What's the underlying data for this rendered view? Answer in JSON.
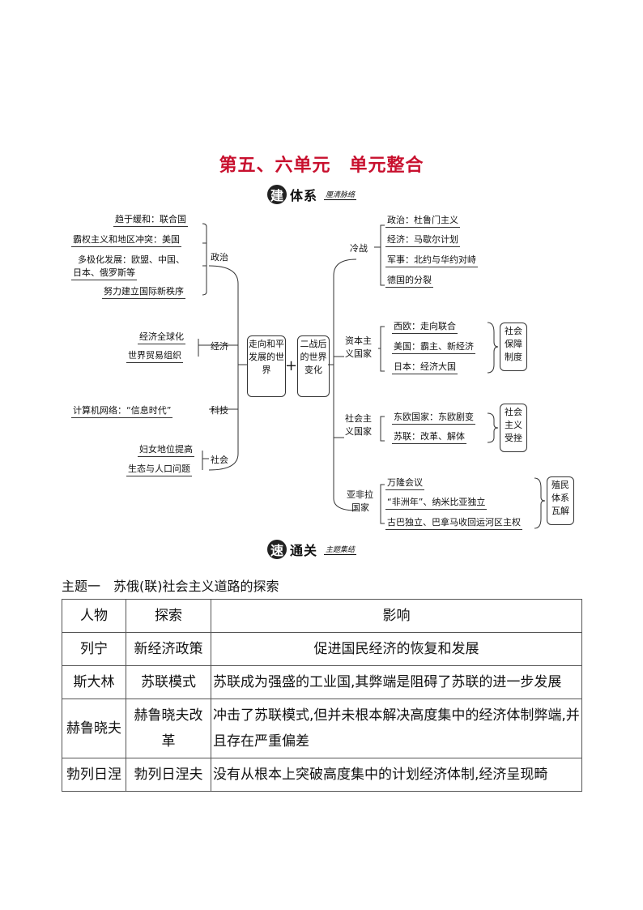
{
  "title": "第五、六单元　单元整合",
  "section1": {
    "badge": "建",
    "label": "体系",
    "sub": "厘清脉络"
  },
  "section2": {
    "badge": "速",
    "label": "通关",
    "sub": "主题集结"
  },
  "mindmap": {
    "center_left": "走向和平发展的世界",
    "plus": "+",
    "center_right": "二战后的世界变化",
    "left_branches": {
      "politics": {
        "label": "政治",
        "items": [
          "趋于缓和：联合国",
          "霸权主义和地区冲突：美国",
          "多极化发展：欧盟、中国、",
          "日本、俄罗斯等",
          "努力建立国际新秩序"
        ]
      },
      "economy": {
        "label": "经济",
        "items": [
          "经济全球化",
          "世界贸易组织"
        ]
      },
      "tech": {
        "label": "科技",
        "items": [
          "计算机网络：“信息时代”"
        ]
      },
      "society": {
        "label": "社会",
        "items": [
          "妇女地位提高",
          "生态与人口问题"
        ]
      }
    },
    "right_branches": {
      "coldwar": {
        "label": "冷战",
        "items": [
          "政治：杜鲁门主义",
          "经济：马歇尔计划",
          "军事：北约与华约对峙",
          "德国的分裂"
        ]
      },
      "capitalist": {
        "label_l1": "资本主",
        "label_l2": "义国家",
        "items": [
          "西欧：走向联合",
          "美国：霸主、新经济",
          "日本：经济大国"
        ],
        "note": "社会保障制度"
      },
      "socialist": {
        "label_l1": "社会主",
        "label_l2": "义国家",
        "items": [
          "东欧国家：东欧剧变",
          "苏联：改革、解体"
        ],
        "note": "社会主义受挫"
      },
      "afroasian": {
        "label_l1": "亚非拉",
        "label_l2": "国家",
        "items": [
          "万隆会议",
          "“非洲年”、纳米比亚独立",
          "古巴独立、巴拿马收回运河区主权"
        ],
        "note": "殖民体系瓦解"
      }
    }
  },
  "topic_title": "主题一　苏俄(联)社会主义道路的探索",
  "table": {
    "headers": [
      "人物",
      "探索",
      "影响"
    ],
    "rows": [
      [
        "列宁",
        "新经济政策",
        "促进国民经济的恢复和发展"
      ],
      [
        "斯大林",
        "苏联模式",
        "苏联成为强盛的工业国,其弊端是阻碍了苏联的进一步发展"
      ],
      [
        "赫鲁晓夫",
        "赫鲁晓夫改革",
        "冲击了苏联模式,但并未根本解决高度集中的经济体制弊端,并且存在严重偏差"
      ],
      [
        "勃列日涅",
        "勃列日涅夫",
        "没有从根本上突破高度集中的计划经济体制,经济呈现畸"
      ]
    ]
  }
}
